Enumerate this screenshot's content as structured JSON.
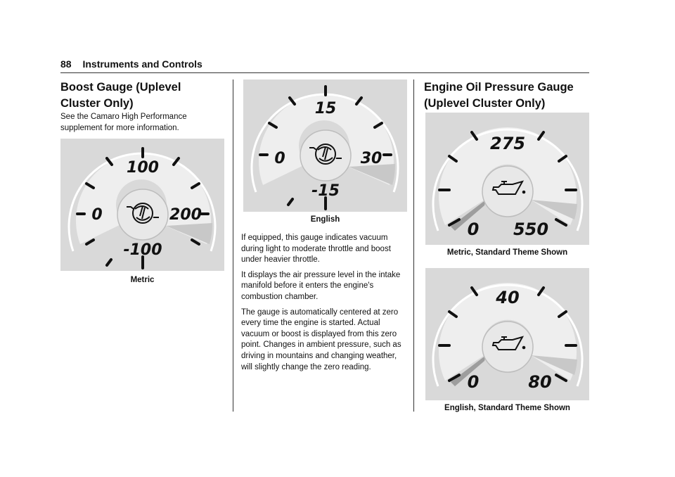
{
  "header": {
    "page_number": "88",
    "section_title": "Instruments and Controls"
  },
  "left": {
    "heading_line1": "Boost Gauge (Uplevel",
    "heading_line2": "Cluster Only)",
    "intro": "See the Camaro High Performance supplement for more information.",
    "metric_gauge": {
      "top": "100",
      "left": "0",
      "right": "200",
      "bottom": "-100"
    },
    "metric_caption": "Metric"
  },
  "middle": {
    "english_gauge": {
      "top": "15",
      "left": "0",
      "right": "30",
      "bottom": "-15"
    },
    "english_caption": "English",
    "paragraphs": [
      "If equipped, this gauge indicates vacuum during light to moderate throttle and boost under heavier throttle.",
      "It displays the air pressure level in the intake manifold before it enters the engine's combustion chamber.",
      "The gauge is automatically centered at zero every time the engine is started. Actual vacuum or boost is displayed from this zero point. Changes in ambient pressure, such as driving in mountains and changing weather, will slightly change the zero reading."
    ]
  },
  "right": {
    "heading_line1": "Engine Oil Pressure Gauge",
    "heading_line2": "(Uplevel Cluster Only)",
    "metric_gauge": {
      "top": "275",
      "left": "0",
      "right": "550"
    },
    "metric_caption": "Metric, Standard Theme Shown",
    "english_gauge": {
      "top": "40",
      "left": "0",
      "right": "80"
    },
    "english_caption": "English, Standard Theme Shown"
  },
  "colors": {
    "panel": "#d9d9d9",
    "dial": "#e6e6e6",
    "ink": "#111111"
  }
}
